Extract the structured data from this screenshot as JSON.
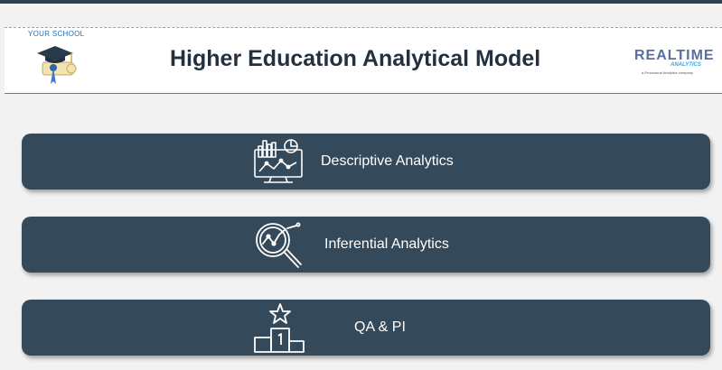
{
  "header": {
    "school_label": "YOUR SCHOOL",
    "title": "Higher Education Analytical Model",
    "brand_name": "REALTIME",
    "brand_sub": "ANALYTICS",
    "brand_tagline": "a Procedural Analytics company"
  },
  "nav": [
    {
      "label": "Descriptive Analytics",
      "icon": "dashboard-monitor-icon"
    },
    {
      "label": "Inferential Analytics",
      "icon": "magnifier-trend-icon"
    },
    {
      "label": "QA & PI",
      "icon": "podium-star-icon"
    }
  ],
  "colors": {
    "button_bg": "#34495a",
    "title_text": "#23313f",
    "page_bg": "#f2f2f2",
    "top_bar": "#2f4150"
  }
}
